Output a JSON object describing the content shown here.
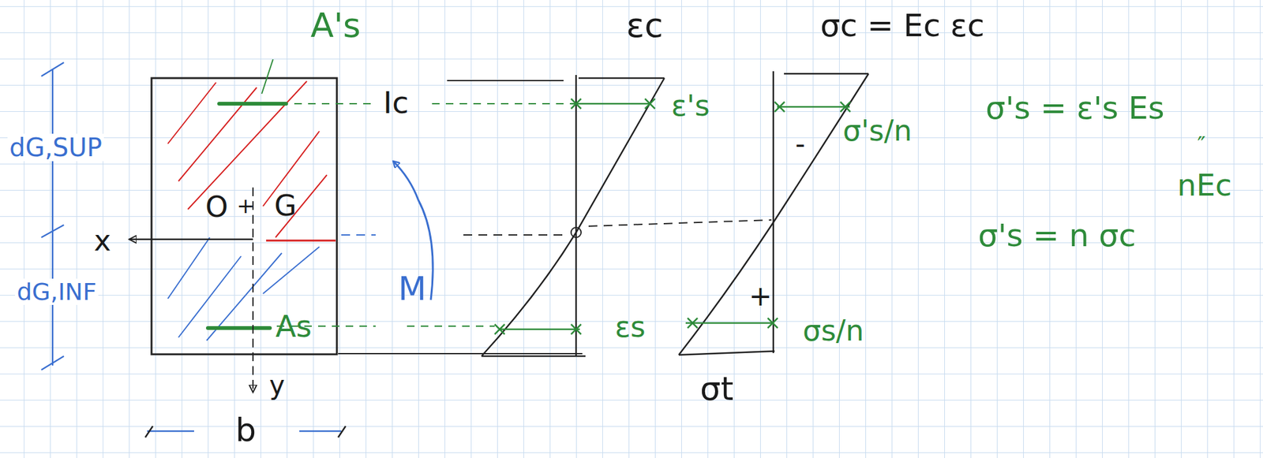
{
  "diagram": {
    "labels": [
      "A's",
      "εc",
      "σc = Ec εc",
      "dG,SUP",
      "dG,INF",
      "x",
      "O",
      "+",
      "G",
      "Ic",
      "M",
      "As",
      "y",
      "b",
      "ε's",
      "εs",
      "σ's/n",
      "-",
      "+",
      "σs/n",
      "σt",
      "σ's = ε's Es",
      "″",
      "nEc",
      "σ's = n σc"
    ]
  }
}
